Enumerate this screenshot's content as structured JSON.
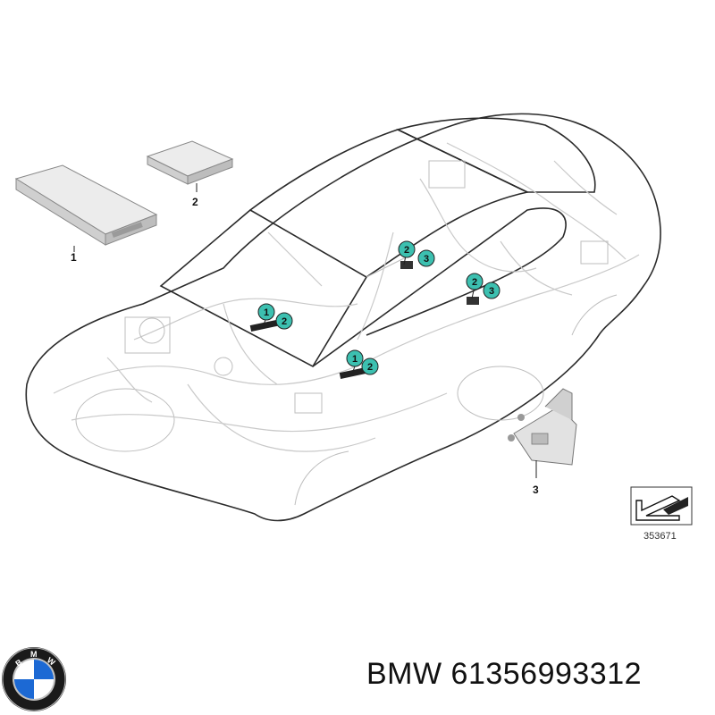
{
  "diagram": {
    "part_labels": [
      "1",
      "2",
      "3"
    ],
    "callouts": [
      {
        "numbers": [
          "2",
          "3"
        ]
      },
      {
        "numbers": [
          "2",
          "3"
        ]
      },
      {
        "numbers": [
          "1",
          "2"
        ]
      },
      {
        "numbers": [
          "1",
          "2"
        ]
      }
    ],
    "reference_number": "353671",
    "callout_color": "#3cc0b0"
  },
  "footer": {
    "brand": "BMW",
    "part_number": "61356993312",
    "text": "BMW 61356993312",
    "logo_letters": "BMW",
    "logo_colors": [
      "#1c69d4",
      "#ffffff",
      "#000000"
    ]
  }
}
